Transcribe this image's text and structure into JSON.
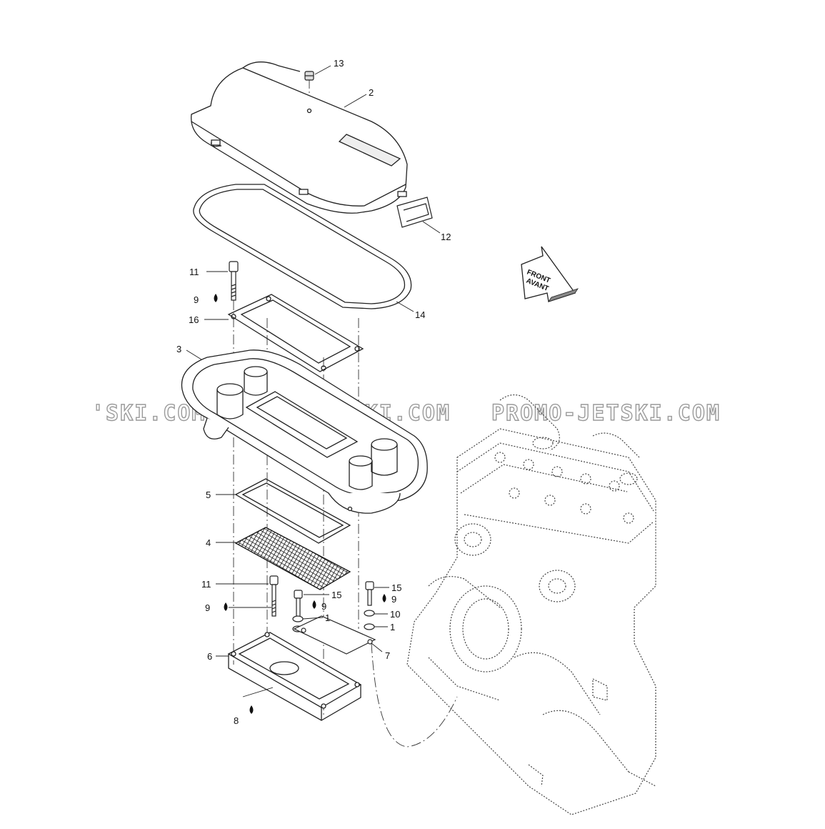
{
  "diagram": {
    "watermark": [
      "'SKI.COM",
      "PROMO-JETSKI.COM",
      "PROMO-JETSKI.COM"
    ],
    "front_arrow": {
      "line1": "FRONT",
      "line2": "AVANT"
    },
    "callouts": {
      "c1a": "1",
      "c1b": "1",
      "c2": "2",
      "c3": "3",
      "c4": "4",
      "c5": "5",
      "c6": "6",
      "c7": "7",
      "c8": "8",
      "c9a": "9",
      "c9b": "9",
      "c9c": "9",
      "c9d": "9",
      "c10": "10",
      "c11a": "11",
      "c11b": "11",
      "c12": "12",
      "c13": "13",
      "c14": "14",
      "c15a": "15",
      "c15b": "15",
      "c16": "16"
    }
  }
}
